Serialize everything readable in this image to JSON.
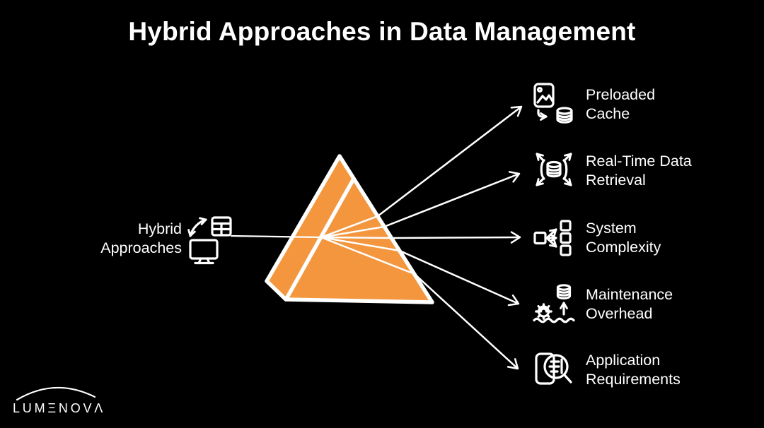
{
  "colors": {
    "background": "#000000",
    "prism_fill": "#F3963E",
    "stroke": "#FFFFFF"
  },
  "title": "Hybrid Approaches in Data Management",
  "source": {
    "label": "Hybrid\nApproaches",
    "icons": [
      "swap-arrows-icon",
      "data-table-icon",
      "monitor-icon"
    ]
  },
  "outputs": [
    {
      "icon": "image-file-to-database-icon",
      "label": "Preloaded\nCache"
    },
    {
      "icon": "database-expand-arrows-icon",
      "label": "Real-Time Data\nRetrieval"
    },
    {
      "icon": "branching-nodes-icon",
      "label": "System\nComplexity"
    },
    {
      "icon": "gear-wave-database-icon",
      "label": "Maintenance\nOverhead"
    },
    {
      "icon": "document-magnifier-icon",
      "label": "Application\nRequirements"
    }
  ],
  "logo": {
    "text": "LUMΞNOVΛ"
  }
}
